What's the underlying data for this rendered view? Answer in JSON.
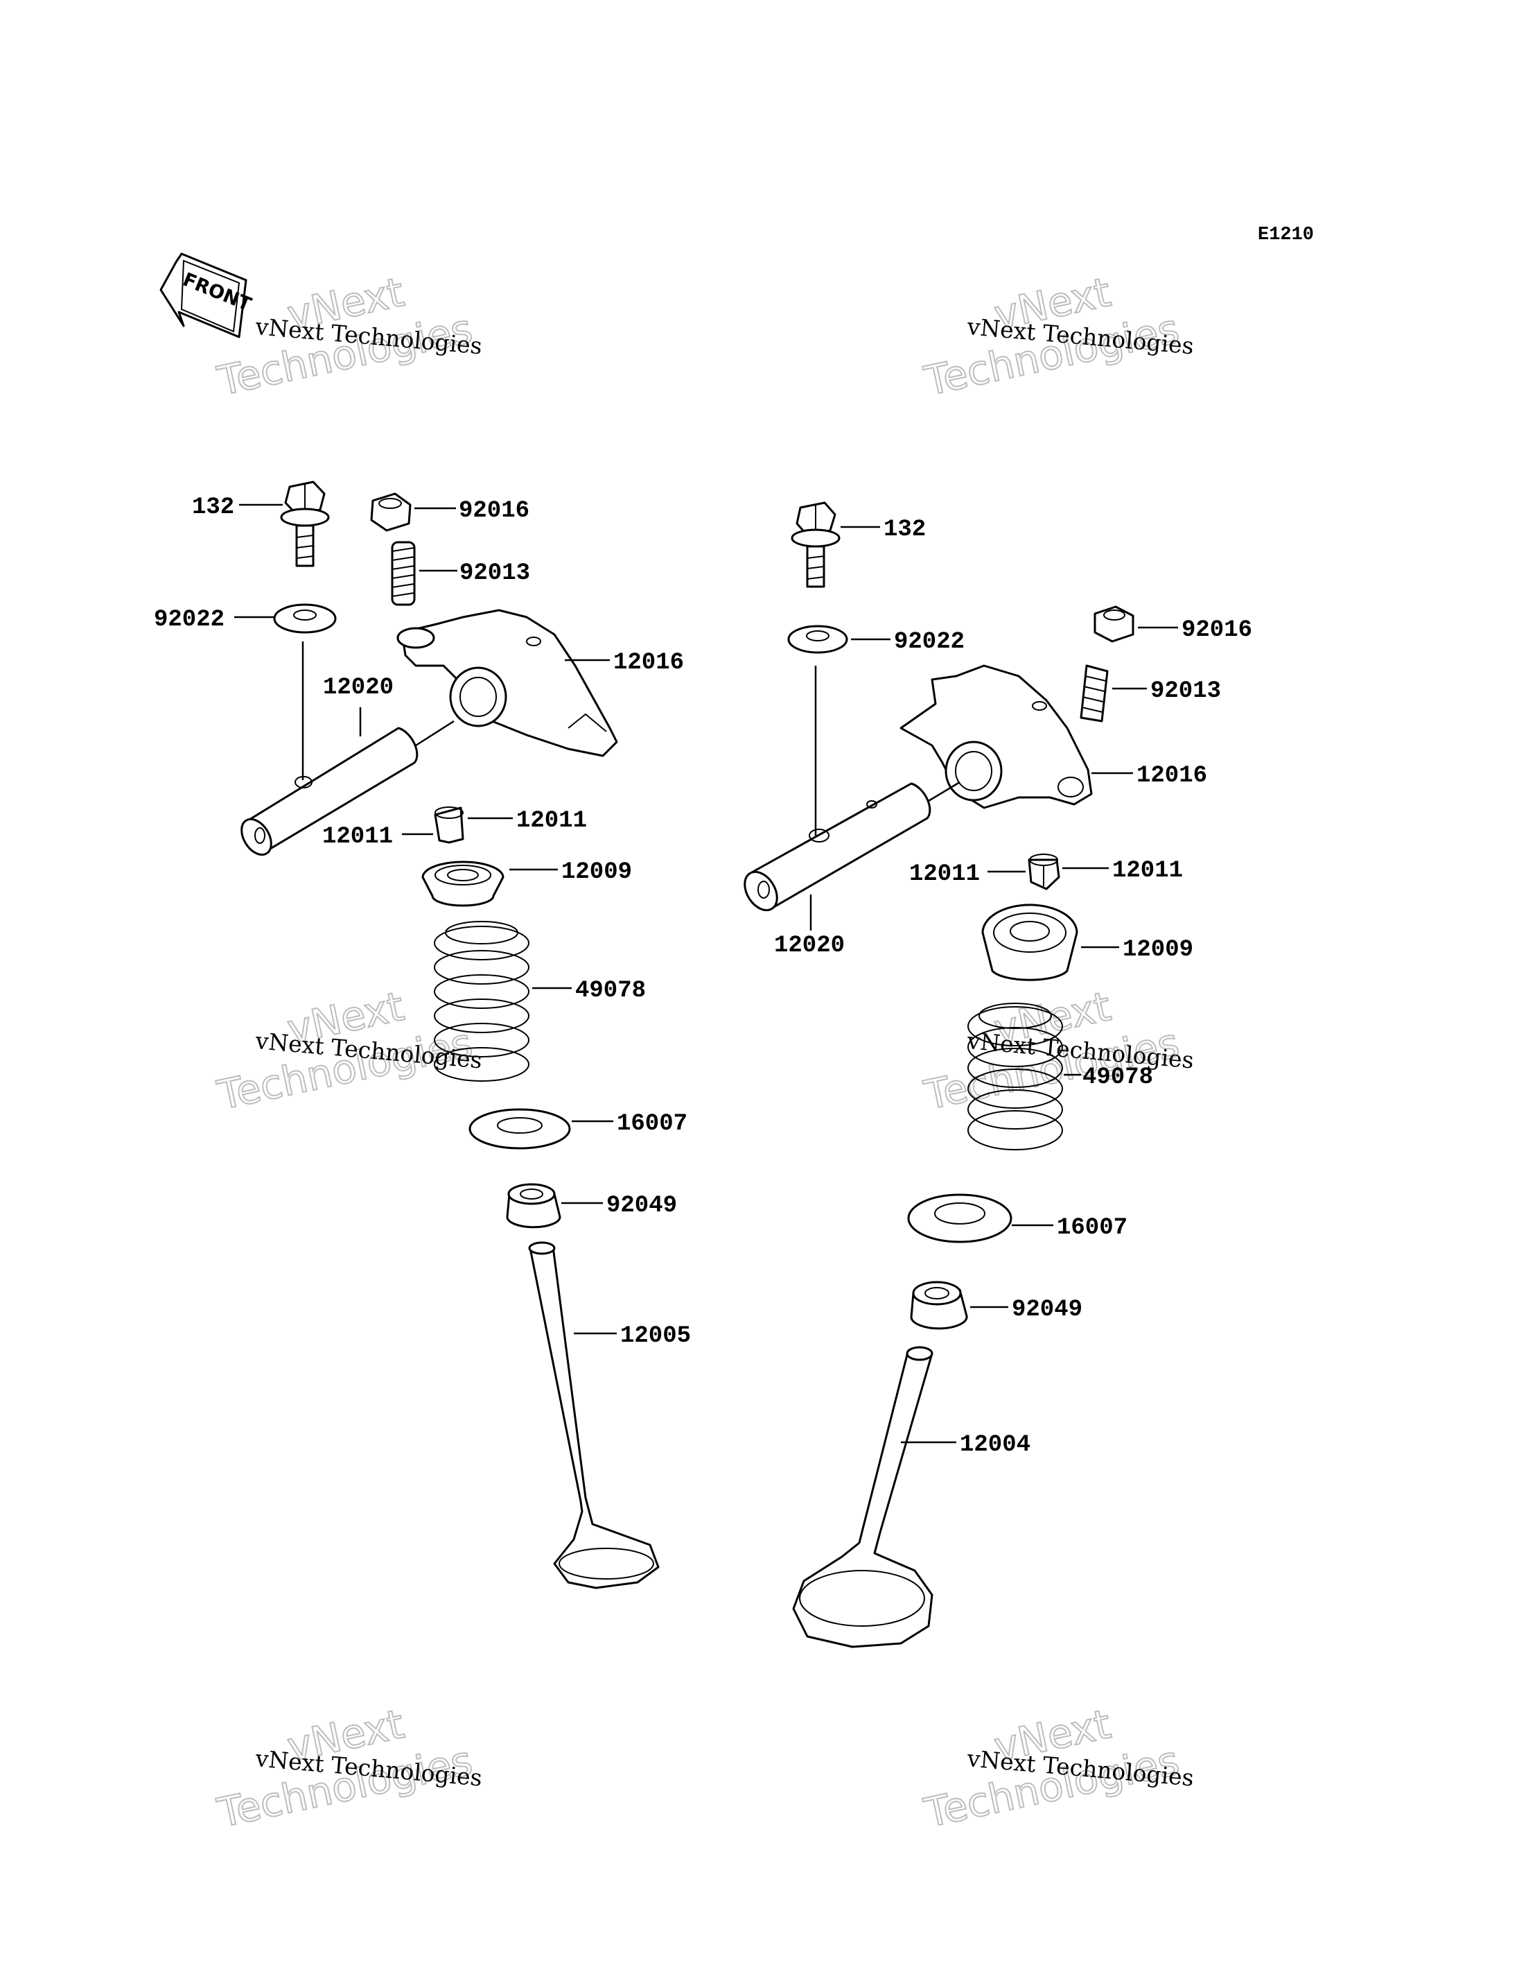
{
  "diagram_code": "E1210",
  "front_label": "FRONT",
  "watermark": {
    "small": "vNext Technologies",
    "big_line1": "vNext",
    "big_line2": "Technologies"
  },
  "left_group": {
    "bolt": "132",
    "nut": "92016",
    "adjusting_screw": "92013",
    "washer": "92022",
    "rocker_arm": "12016",
    "rocker_shaft": "12020",
    "cotter_right": "12011",
    "cotter_left": "12011",
    "retainer": "12009",
    "spring": "49078",
    "spring_seat": "16007",
    "oil_seal": "92049",
    "valve": "12005"
  },
  "right_group": {
    "bolt": "132",
    "washer": "92022",
    "nut": "92016",
    "adjusting_screw": "92013",
    "rocker_arm": "12016",
    "cotter_left": "12011",
    "cotter_right": "12011",
    "rocker_shaft": "12020",
    "retainer": "12009",
    "spring": "49078",
    "spring_seat": "16007",
    "oil_seal": "92049",
    "valve": "12004"
  }
}
